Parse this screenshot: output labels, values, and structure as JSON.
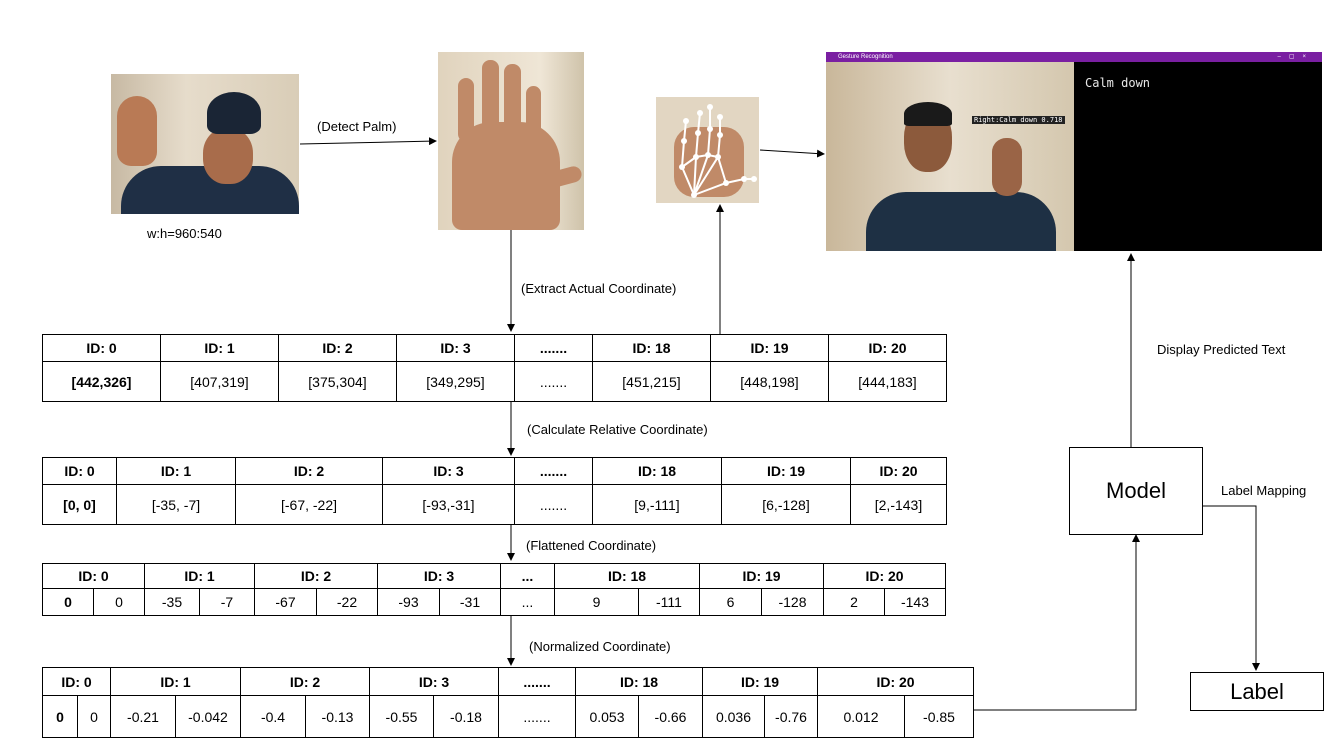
{
  "labels": {
    "detect_palm": "(Detect Palm)",
    "ratio": "w:h=960:540",
    "extract": "(Extract Actual Coordinate)",
    "relative": "(Calculate Relative Coordinate)",
    "flattened": "(Flattened Coordinate)",
    "normalized": "(Normalized Coordinate)",
    "display": "Display Predicted Text",
    "label_mapping": "Label Mapping"
  },
  "boxes": {
    "model": "Model",
    "label": "Label"
  },
  "window": {
    "title": "Gesture Recognition",
    "prediction": "Calm down",
    "overlay": "Right:Calm down  0.718"
  },
  "table1": {
    "headers": [
      "ID: 0",
      "ID: 1",
      "ID: 2",
      "ID: 3",
      ".......",
      "ID: 18",
      "ID: 19",
      "ID: 20"
    ],
    "values": [
      "[442,326]",
      "[407,319]",
      "[375,304]",
      "[349,295]",
      ".......",
      "[451,215]",
      "[448,198]",
      "[444,183]"
    ]
  },
  "table2": {
    "headers": [
      "ID: 0",
      "ID: 1",
      "ID: 2",
      "ID: 3",
      ".......",
      "ID: 18",
      "ID: 19",
      "ID: 20"
    ],
    "values": [
      "[0, 0]",
      "[-35, -7]",
      "[-67, -22]",
      "[-93,-31]",
      ".......",
      "[9,-111]",
      "[6,-128]",
      "[2,-143]"
    ]
  },
  "table3": {
    "headers": [
      "ID: 0",
      "ID: 1",
      "ID: 2",
      "ID: 3",
      "...",
      "ID: 18",
      "ID: 19",
      "ID: 20"
    ],
    "values": [
      "0",
      "0",
      "-35",
      "-7",
      "-67",
      "-22",
      "-93",
      "-31",
      "...",
      "9",
      "-111",
      "6",
      "-128",
      "2",
      "-143"
    ]
  },
  "table4": {
    "headers": [
      "ID: 0",
      "ID: 1",
      "ID: 2",
      "ID: 3",
      ".......",
      "ID: 18",
      "ID: 19",
      "ID: 20"
    ],
    "values": [
      "0",
      "0",
      "-0.21",
      "-0.042",
      "-0.4",
      "-0.13",
      "-0.55",
      "-0.18",
      ".......",
      "0.053",
      "-0.66",
      "0.036",
      "-0.76",
      "0.012",
      "-0.85"
    ]
  }
}
